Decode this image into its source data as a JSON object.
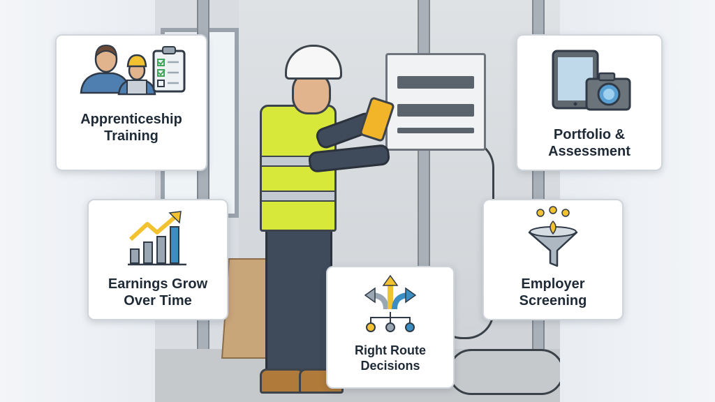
{
  "scene": {
    "description": "Electrician in hard hat and hi-vis vest testing a breaker panel with a multimeter at a construction site"
  },
  "cards": [
    {
      "id": "apprenticeship",
      "line1": "Apprenticeship",
      "line2": "Training",
      "icon": "mentor-apprentice-checklist-icon"
    },
    {
      "id": "portfolio",
      "line1": "Portfolio &",
      "line2": "Assessment",
      "icon": "tablet-camera-icon"
    },
    {
      "id": "earnings",
      "line1": "Earnings Grow",
      "line2": "Over Time",
      "icon": "growth-chart-icon"
    },
    {
      "id": "route",
      "line1": "Right Route",
      "line2": "Decisions",
      "icon": "branching-arrows-icon"
    },
    {
      "id": "screening",
      "line1": "Employer",
      "line2": "Screening",
      "icon": "funnel-icon"
    }
  ],
  "colors": {
    "text": "#1f2a37",
    "accent_yellow": "#f2c230",
    "accent_blue": "#3b8ec2",
    "accent_gray": "#9aa7b3"
  }
}
